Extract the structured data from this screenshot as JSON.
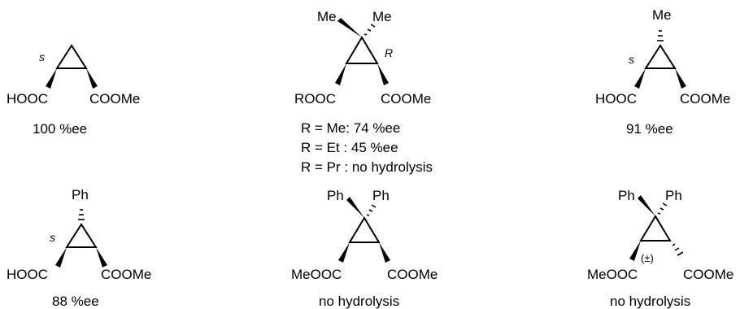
{
  "atoms": {
    "HOOC": "HOOC",
    "COOMe": "COOMe",
    "ROOC": "ROOC",
    "MeOOC": "MeOOC",
    "Me": "Me",
    "Ph": "Ph"
  },
  "stereo": {
    "s": "s",
    "R": "R",
    "racemic": "(±)"
  },
  "compounds": [
    {
      "result": "100 %ee"
    },
    {
      "results": [
        "R = Me: 74 %ee",
        "R = Et  : 45 %ee",
        "R = Pr  : no hydrolysis"
      ]
    },
    {
      "result": "91 %ee"
    },
    {
      "result": "88 %ee"
    },
    {
      "result": "no hydrolysis"
    },
    {
      "result": "no hydrolysis"
    }
  ]
}
